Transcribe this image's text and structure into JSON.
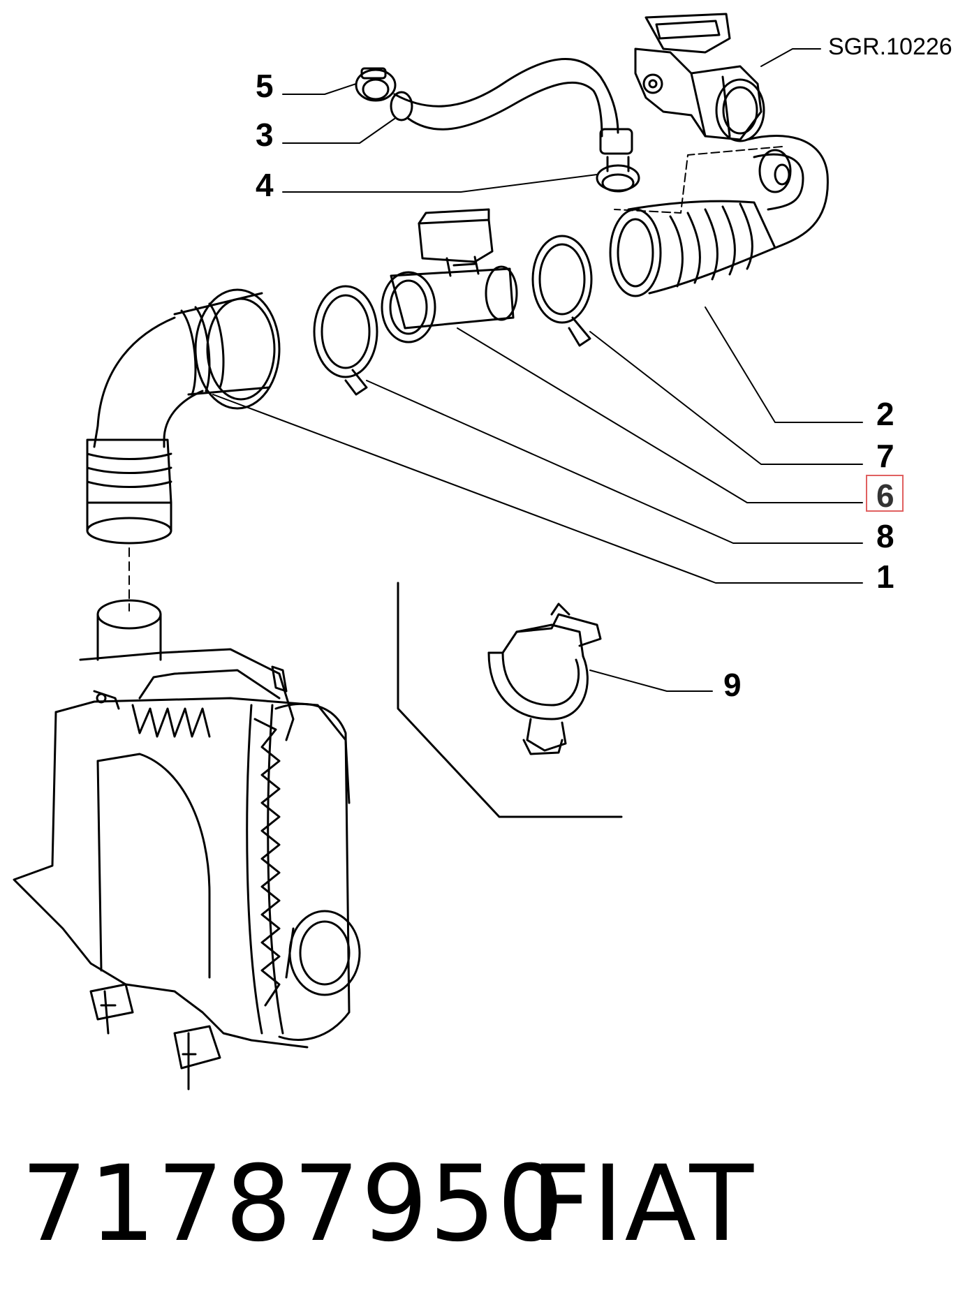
{
  "diagram": {
    "reference_label": "SGR.10226",
    "callouts": {
      "c1": "1",
      "c2": "2",
      "c3": "3",
      "c4": "4",
      "c5": "5",
      "c6": "6",
      "c7": "7",
      "c8": "8",
      "c9": "9"
    },
    "highlighted_callout": "6",
    "highlight_color": "#e06060"
  },
  "footer": {
    "part_number": "71787950",
    "brand": "FIAT"
  }
}
